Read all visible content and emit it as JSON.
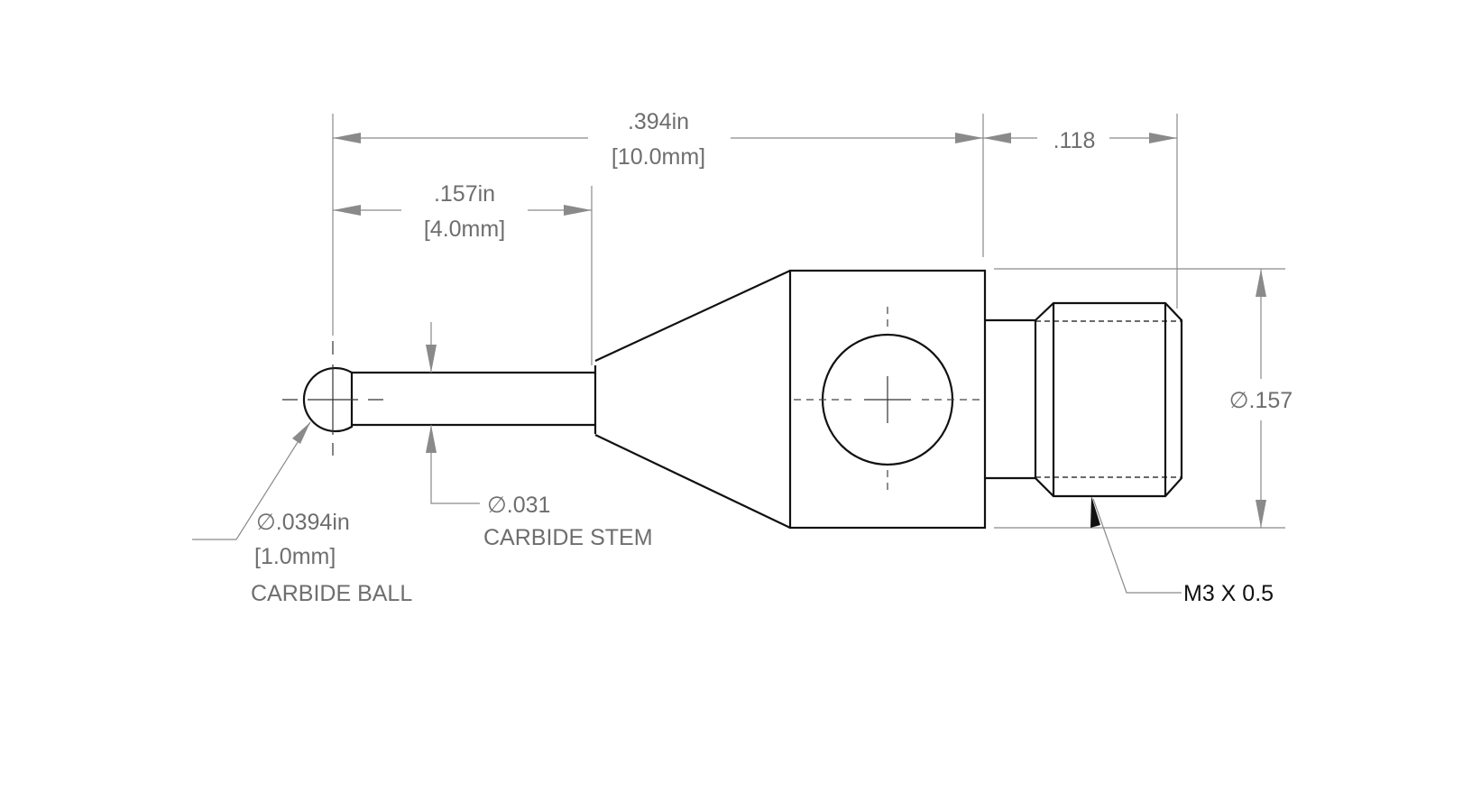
{
  "dimensions": {
    "overall_length_in": ".394in",
    "overall_length_mm": "[10.0mm]",
    "stem_length_in": ".157in",
    "stem_length_mm": "[4.0mm]",
    "thread_length": ".118",
    "body_diameter": "∅.157"
  },
  "callouts": {
    "ball_diameter_in": "∅.0394in",
    "ball_diameter_mm": "[1.0mm]",
    "ball_material": "CARBIDE BALL",
    "stem_diameter": "∅.031",
    "stem_material": "CARBIDE STEM",
    "thread_spec": "M3 X 0.5"
  }
}
